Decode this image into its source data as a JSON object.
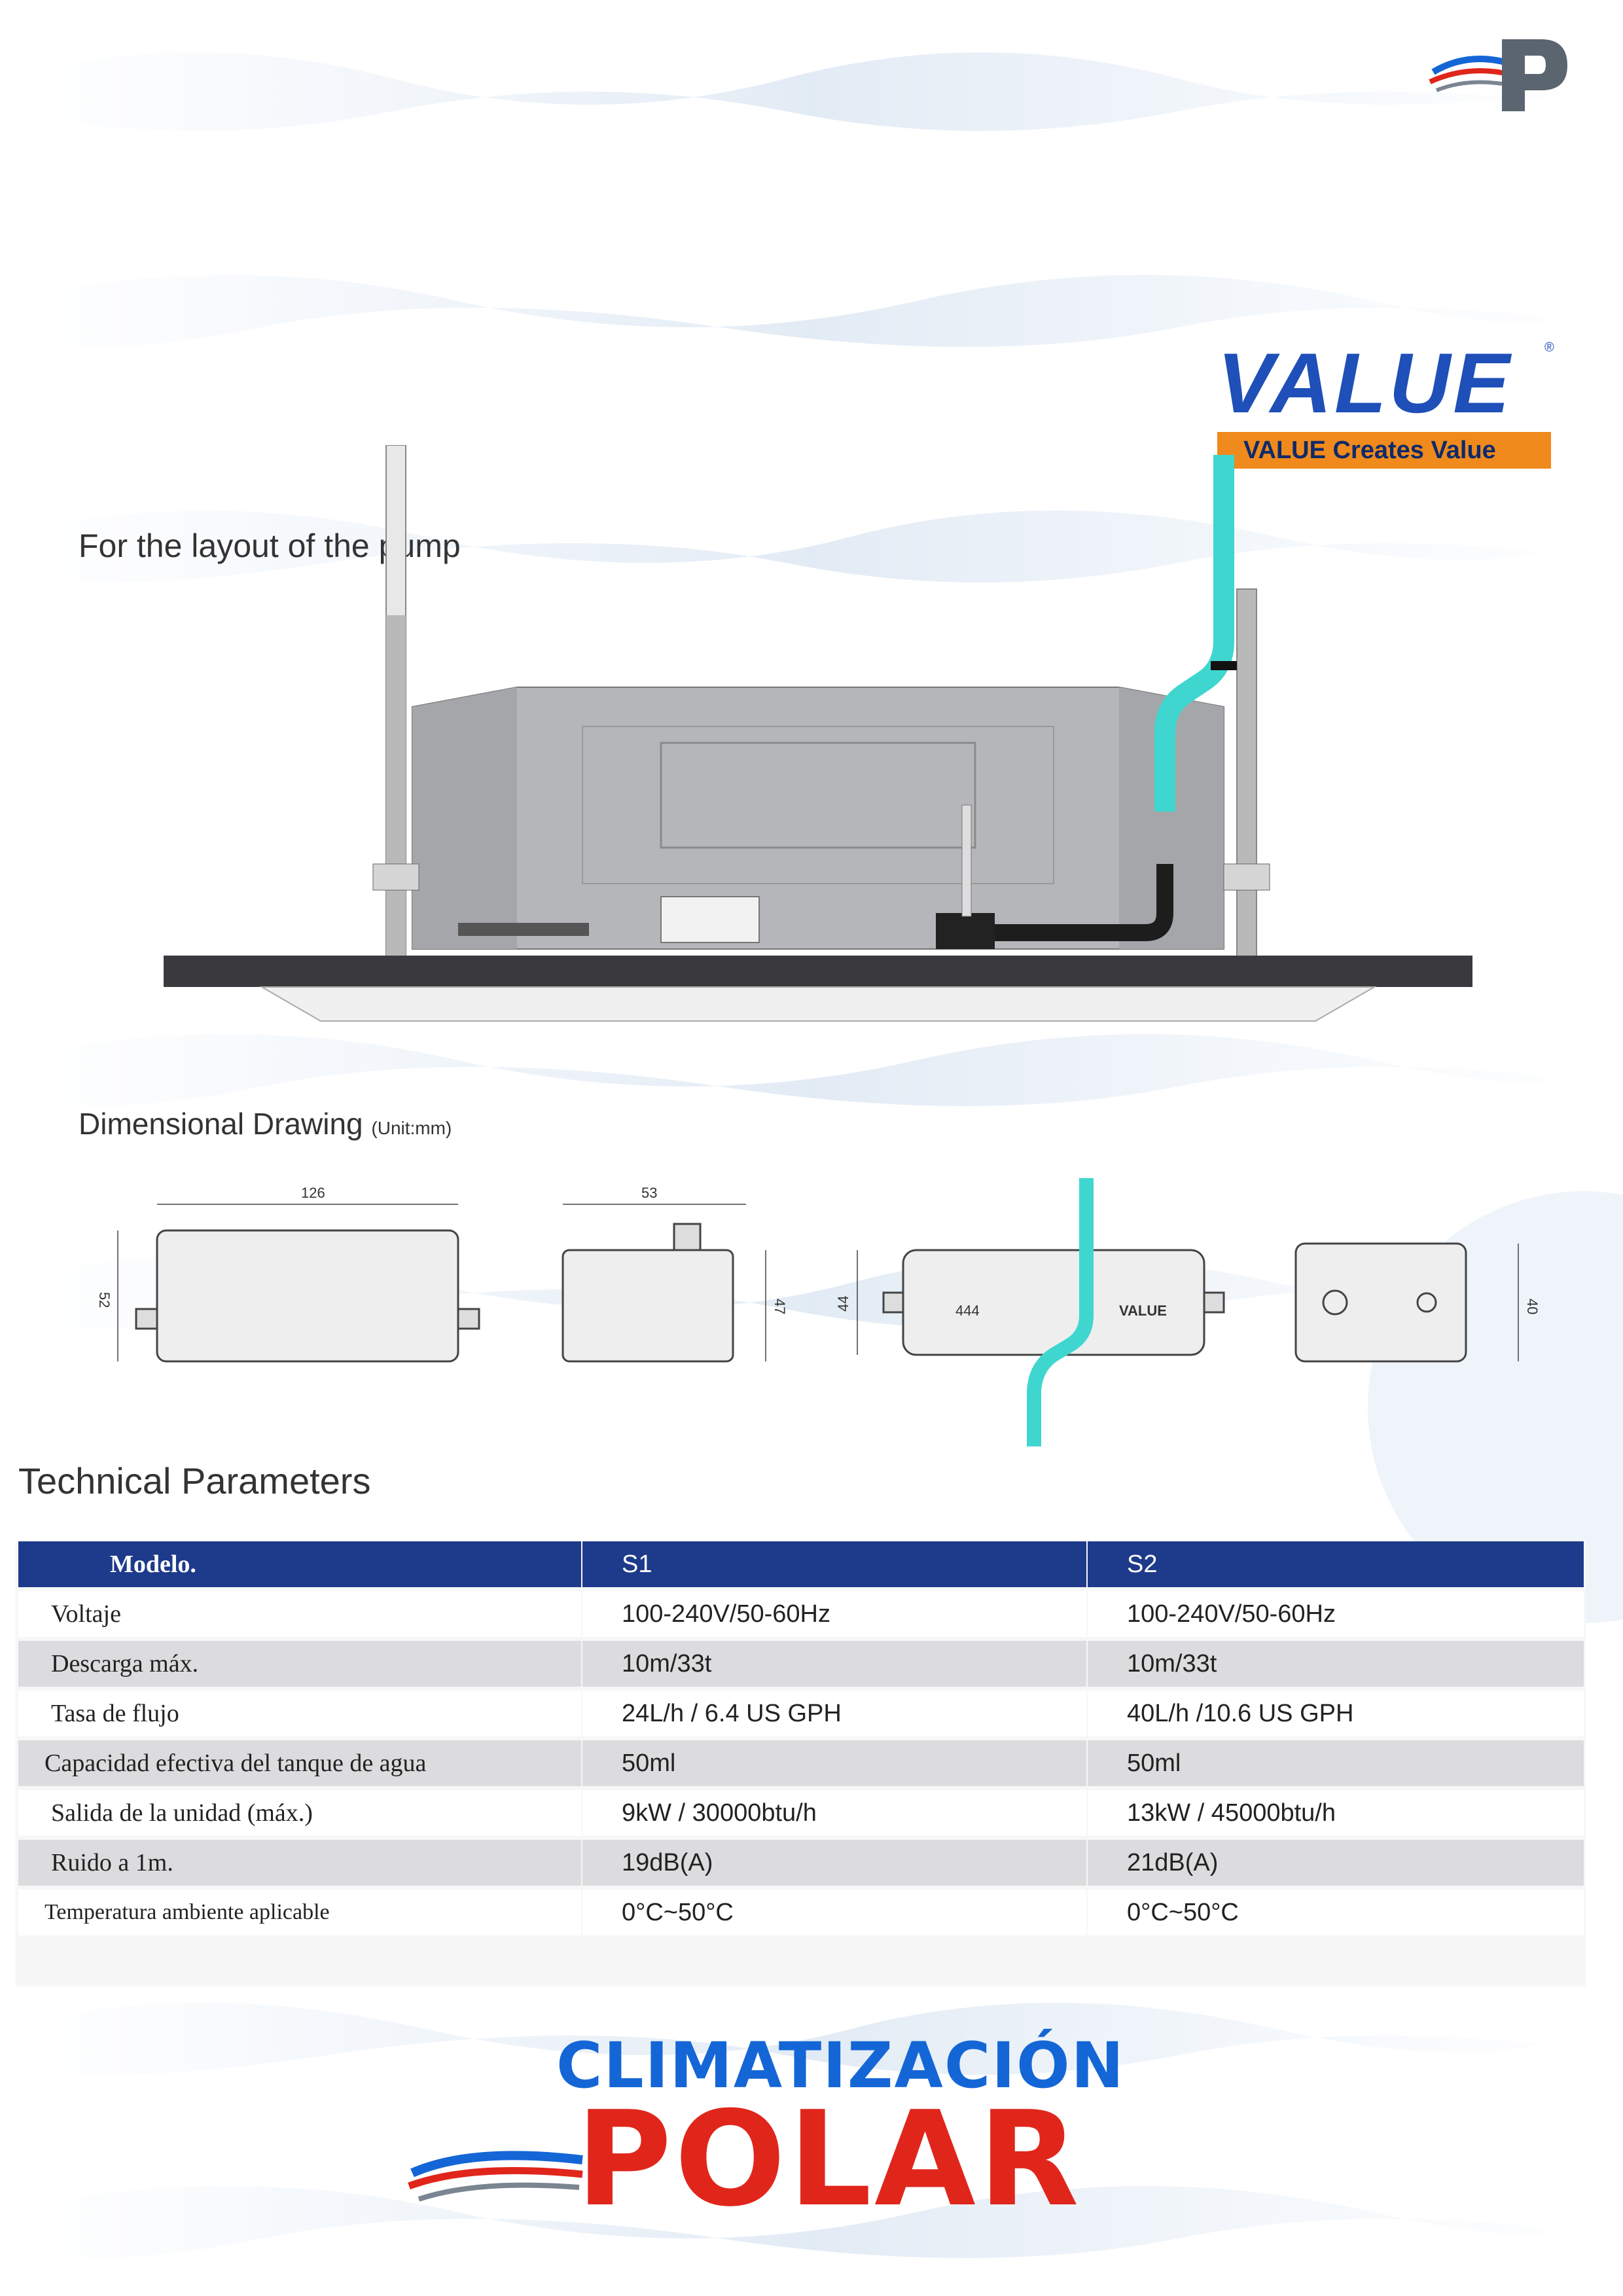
{
  "brand": {
    "corner_logo_letter": "P",
    "value_logo_text": "VALUE",
    "value_tagline": "VALUE Creates Value",
    "footer_line1": "CLIMATIZACIÓN",
    "footer_line2": "POLAR"
  },
  "sections": {
    "layout_title": "For the layout of the pump",
    "dimensional_title": "Dimensional Drawing",
    "dimensional_unit": "(Unit:mm)",
    "tech_title": "Technical Parameters"
  },
  "dimensions": {
    "front_width": "126",
    "front_height": "52",
    "side_width": "53",
    "side_height": "47",
    "top_height": "44",
    "top_label": "444",
    "top_brand": "VALUE",
    "back_height": "40"
  },
  "table": {
    "headers": [
      "Modelo.",
      "S1",
      "S2"
    ],
    "rows": [
      [
        "Voltaje",
        "100-240V/50-60Hz",
        "100-240V/50-60Hz"
      ],
      [
        "Descarga máx.",
        "10m/33t",
        "10m/33t"
      ],
      [
        "Tasa de flujo",
        "24L/h / 6.4 US GPH",
        "40L/h /10.6 US GPH"
      ],
      [
        "Capacidad efectiva del tanque de agua",
        "50ml",
        "50ml"
      ],
      [
        "Salida de la unidad (máx.)",
        "9kW / 30000btu/h",
        "13kW / 45000btu/h"
      ],
      [
        "Ruido a 1m.",
        "19dB(A)",
        "21dB(A)"
      ],
      [
        "Temperatura ambiente aplicable",
        "0°C~50°C",
        "0°C~50°C"
      ]
    ]
  },
  "colors": {
    "accent_blue": "#1e3a8a",
    "value_blue": "#1f4fb8",
    "value_orange": "#f08a1c",
    "footer_blue": "#1466d6",
    "footer_red": "#e0261b",
    "pipe_cyan": "#3fd6cf"
  }
}
